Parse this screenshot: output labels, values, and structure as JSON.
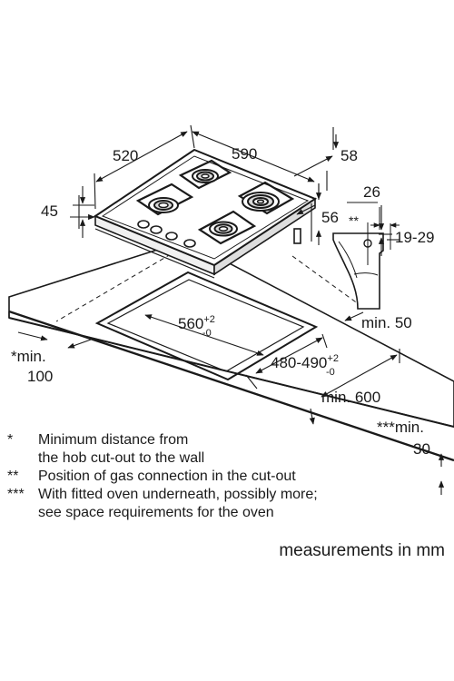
{
  "dimensions": {
    "depth": "520",
    "width": "590",
    "side_58": "58",
    "height_45": "45",
    "side_56": "56",
    "conn_26": "26",
    "conn_star": "**",
    "conn_range": "19-29",
    "cutout_width": "560",
    "cutout_width_tol_top": "+2",
    "cutout_width_tol_bottom": "-0",
    "cutout_depth": "480-490",
    "cutout_depth_tol_top": "+2",
    "cutout_depth_tol_bottom": "-0",
    "min_50": "min. 50",
    "min_600": "min. 600",
    "min_100_a": "*min.",
    "min_100_b": "100",
    "min_30_a": "***min.",
    "min_30_b": "30"
  },
  "notes": [
    {
      "mark": "*",
      "line1": "Minimum distance from",
      "line2": "the hob cut-out to the wall"
    },
    {
      "mark": "**",
      "line1": "Position of gas connection in the cut-out",
      "line2": ""
    },
    {
      "mark": "***",
      "line1": "With fitted oven underneath, possibly more;",
      "line2": "see space requirements for the oven"
    }
  ],
  "units": "measurements in mm"
}
